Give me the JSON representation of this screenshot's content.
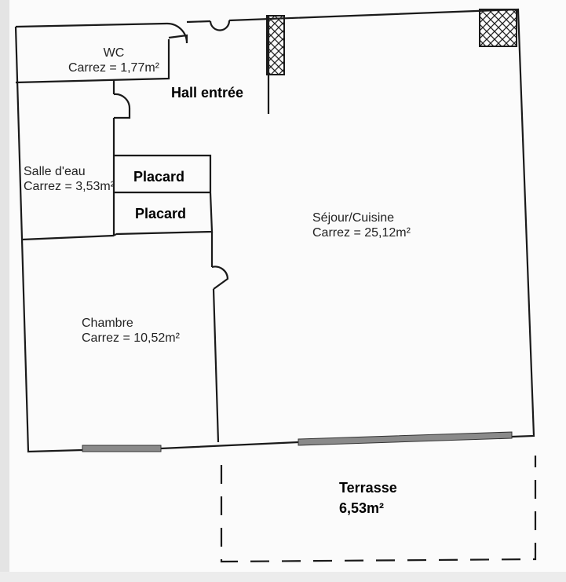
{
  "rooms": {
    "wc": {
      "name": "WC",
      "area": "Carrez = 1,77m²"
    },
    "hall": {
      "name": "Hall entrée"
    },
    "salle_eau": {
      "name": "Salle d'eau",
      "area": "Carrez = 3,53m²"
    },
    "placard1": {
      "name": "Placard"
    },
    "placard2": {
      "name": "Placard"
    },
    "sejour": {
      "name": "Séjour/Cuisine",
      "area": "Carrez = 25,12m²"
    },
    "chambre": {
      "name": "Chambre",
      "area": "Carrez = 10,52m²"
    },
    "terrasse": {
      "name": "Terrasse",
      "area": "6,53m²"
    }
  },
  "colors": {
    "wall": "#1a1a1a",
    "window": "#8a8a8a",
    "background": "#fbfbfb"
  }
}
